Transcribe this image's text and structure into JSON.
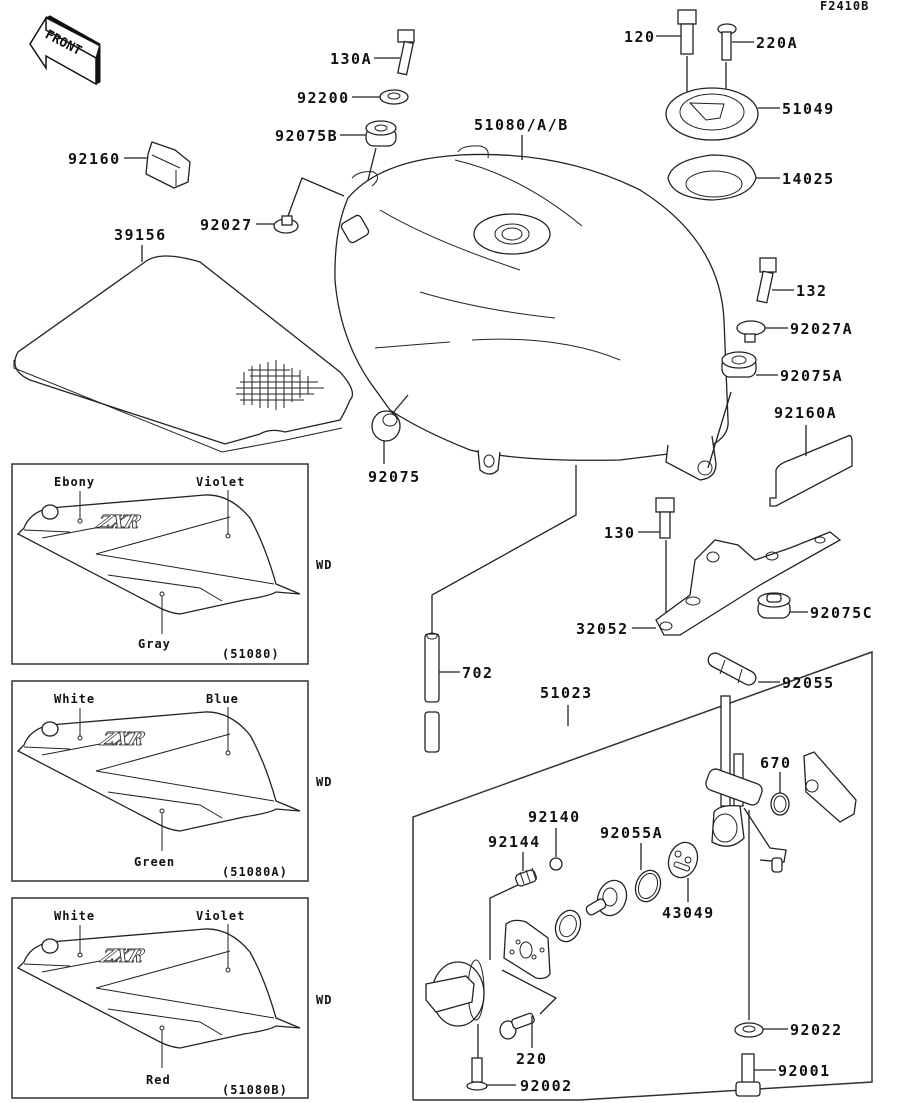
{
  "figure": {
    "code": "F2410B",
    "front_label": "FRONT"
  },
  "parts": {
    "p130A": "130A",
    "p92200": "92200",
    "p92075B": "92075B",
    "p92160": "92160",
    "p92027": "92027",
    "p39156": "39156",
    "p51080": "51080/A/B",
    "p120": "120",
    "p220A": "220A",
    "p51049": "51049",
    "p14025": "14025",
    "p132": "132",
    "p92027A": "92027A",
    "p92075A": "92075A",
    "p92160A": "92160A",
    "p92075": "92075",
    "p130": "130",
    "p32052": "32052",
    "p92075C": "92075C",
    "p702": "702",
    "p51023": "51023",
    "p92055": "92055",
    "p670": "670",
    "p92140": "92140",
    "p92144": "92144",
    "p92055A": "92055A",
    "p43049": "43049",
    "p220": "220",
    "p92022": "92022",
    "p92001": "92001",
    "p92002": "92002"
  },
  "variants": [
    {
      "top_left": "Ebony",
      "top_right": "Violet",
      "bottom": "Gray",
      "code": "(51080)",
      "region": "WD"
    },
    {
      "top_left": "White",
      "top_right": "Blue",
      "bottom": "Green",
      "code": "(51080A)",
      "region": "WD"
    },
    {
      "top_left": "White",
      "top_right": "Violet",
      "bottom": "Red",
      "code": "(51080B)",
      "region": "WD"
    }
  ]
}
